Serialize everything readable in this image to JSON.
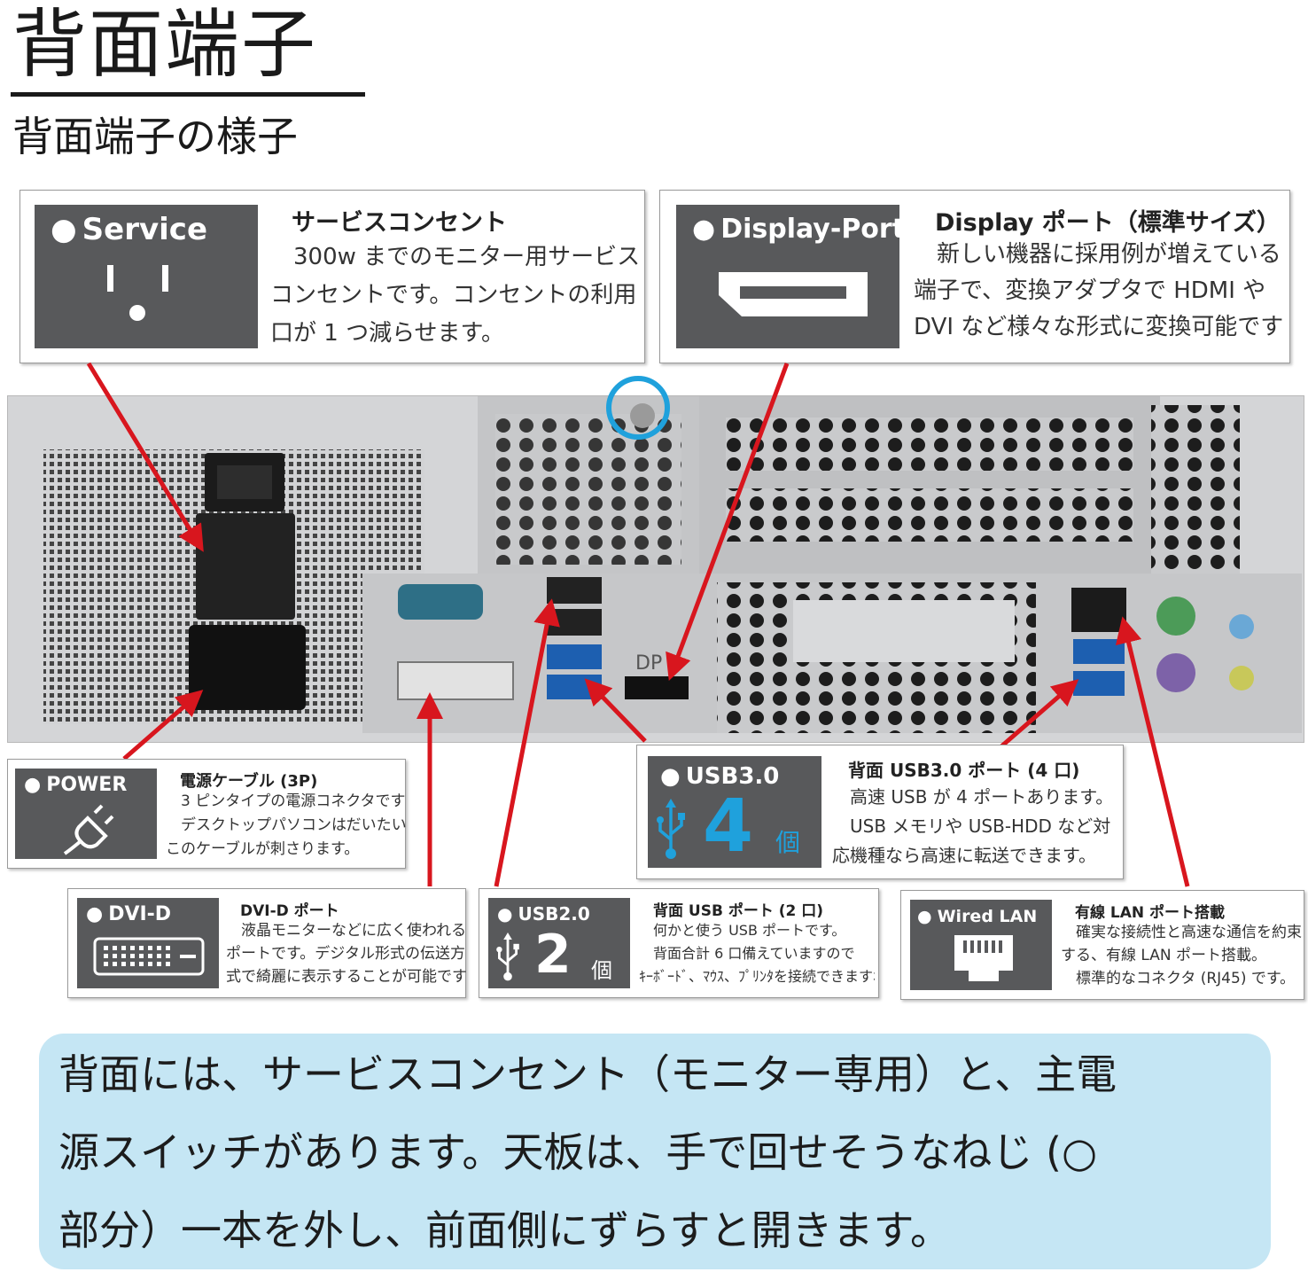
{
  "header": {
    "title": "背面端子",
    "subtitle": "背面端子の様子"
  },
  "callouts": {
    "service": {
      "label": "Service",
      "title": "サービスコンセント",
      "body": "　300w までのモニター用サービス\nコンセントです。コンセントの利用\n口が 1 つ減らせます。"
    },
    "displayport": {
      "label": "Display-Port",
      "title": "Display ポート（標準サイズ）",
      "body": "　新しい機器に採用例が増えている\n端子で、変換アダプタで HDMI や\nDVI など様々な形式に変換可能です"
    },
    "power": {
      "label": "POWER",
      "title": "電源ケーブル (3P)",
      "body": "　3 ピンタイプの電源コネクタです\n　デスクトップパソコンはだいたい\nこのケーブルが刺さります。"
    },
    "usb3": {
      "label": "USB3.0",
      "count": "4",
      "unit": "個",
      "title": "背面 USB3.0 ポート (4 口)",
      "body": "　高速 USB が 4 ポートあります。\n　USB メモリや USB-HDD など対\n応機種なら高速に転送できます。"
    },
    "dvid": {
      "label": "DVI-D",
      "title": "DVI-D ポート",
      "body": "　液晶モニターなどに広く使われる\nポートです。デジタル形式の伝送方\n式で綺麗に表示することが可能です"
    },
    "usb2": {
      "label": "USB2.0",
      "count": "2",
      "unit": "個",
      "title": "背面 USB ポート (2 口)",
      "body": "　何かと使う USB ポートです。\n　背面合計 6 口備えていますので\nｷｰﾎﾞｰﾄﾞ、ﾏｳｽ、ﾌﾟﾘﾝﾀを接続できますね。"
    },
    "lan": {
      "label": "Wired LAN",
      "title": "有線 LAN ポート搭載",
      "body": "　確実な接続性と高速な通信を約束\nする、有線 LAN ポート搭載。\n　標準的なコネクタ (RJ45) です。"
    }
  },
  "photo": {
    "port_label_dp": "DP"
  },
  "note": {
    "text": "背面には、サービスコンセント（モニター専用）と、主電\n源スイッチがあります。天板は、手で回せそうなねじ (○\n部分）一本を外し、前面側にずらすと開きます。"
  },
  "colors": {
    "panel": "#58595b",
    "accent_blue": "#1fa1dc",
    "arrow_red": "#d8161e",
    "note_bg": "#c5e6f4"
  }
}
